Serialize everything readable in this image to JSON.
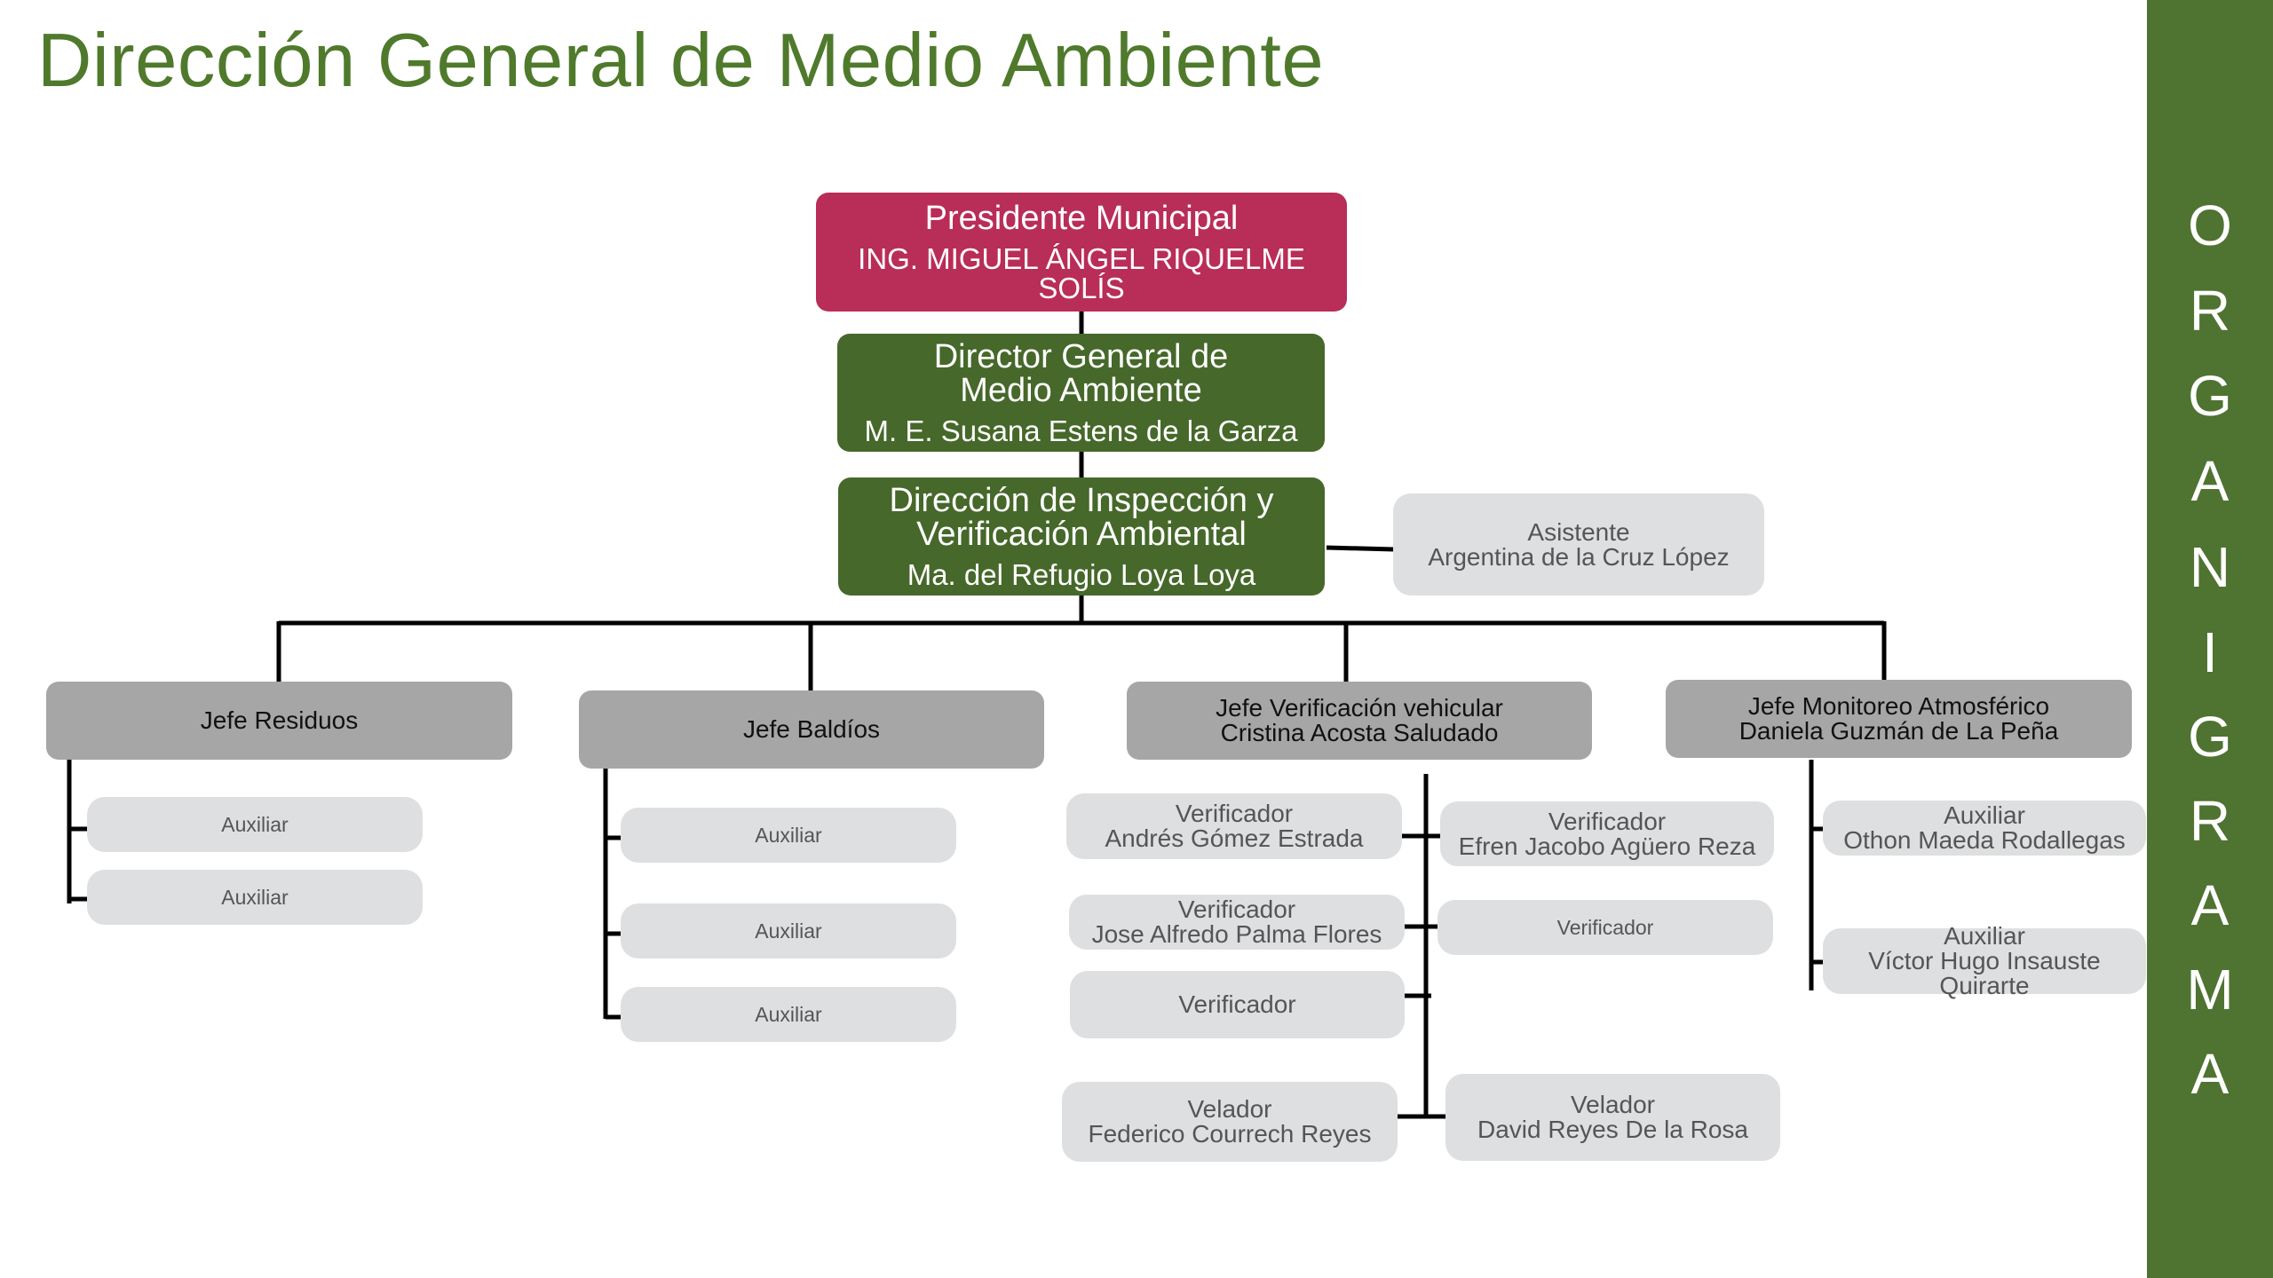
{
  "title": "Dirección General de Medio Ambiente",
  "sidebar": {
    "letters": [
      "O",
      "R",
      "G",
      "A",
      "N",
      "I",
      "G",
      "R",
      "A",
      "M",
      "A"
    ]
  },
  "boxes": {
    "presidente": {
      "role": "Presidente Municipal",
      "name_line1": "ING. MIGUEL ÁNGEL RIQUELME",
      "name_line2": "SOLÍS"
    },
    "director": {
      "role_line1": "Director General de",
      "role_line2": "Medio Ambiente",
      "name": "M. E. Susana Estens de la Garza"
    },
    "direccion": {
      "role_line1": "Dirección de Inspección y",
      "role_line2": "Verificación Ambiental",
      "name": "Ma. del Refugio Loya Loya"
    },
    "asistente": {
      "role": "Asistente",
      "name": "Argentina de la Cruz López"
    },
    "jefe_residuos": {
      "role": "Jefe Residuos"
    },
    "jefe_baldios": {
      "role": "Jefe Baldíos"
    },
    "jefe_verificacion": {
      "role": "Jefe Verificación vehicular",
      "name": "Cristina Acosta Saludado"
    },
    "jefe_monitoreo": {
      "role": "Jefe Monitoreo Atmosférico",
      "name": "Daniela Guzmán de La Peña"
    },
    "residuos_aux1": {
      "role": "Auxiliar"
    },
    "residuos_aux2": {
      "role": "Auxiliar"
    },
    "baldios_aux1": {
      "role": "Auxiliar"
    },
    "baldios_aux2": {
      "role": "Auxiliar"
    },
    "baldios_aux3": {
      "role": "Auxiliar"
    },
    "verif1": {
      "role": "Verificador",
      "name": "Andrés Gómez Estrada"
    },
    "verif2": {
      "role": "Verificador",
      "name": "Efren Jacobo Agüero Reza"
    },
    "verif3": {
      "role": "Verificador",
      "name": "Jose Alfredo Palma Flores"
    },
    "verif4": {
      "role": "Verificador"
    },
    "verif5": {
      "role": "Verificador"
    },
    "velador1": {
      "role": "Velador",
      "name": "Federico Courrech Reyes"
    },
    "velador2": {
      "role": "Velador",
      "name": "David Reyes De la Rosa"
    },
    "monitoreo_aux1": {
      "role": "Auxiliar",
      "name": "Othon Maeda Rodallegas"
    },
    "monitoreo_aux2": {
      "role": "Auxiliar",
      "name": "Víctor Hugo Insauste Quirarte"
    }
  },
  "colors": {
    "title": "#4f7a2c",
    "sidebar": "#4f7331",
    "presidente": "#b92d59",
    "green_box": "#46682a",
    "jefe_box": "#a6a6a6",
    "staff_box": "#dedfe1"
  }
}
